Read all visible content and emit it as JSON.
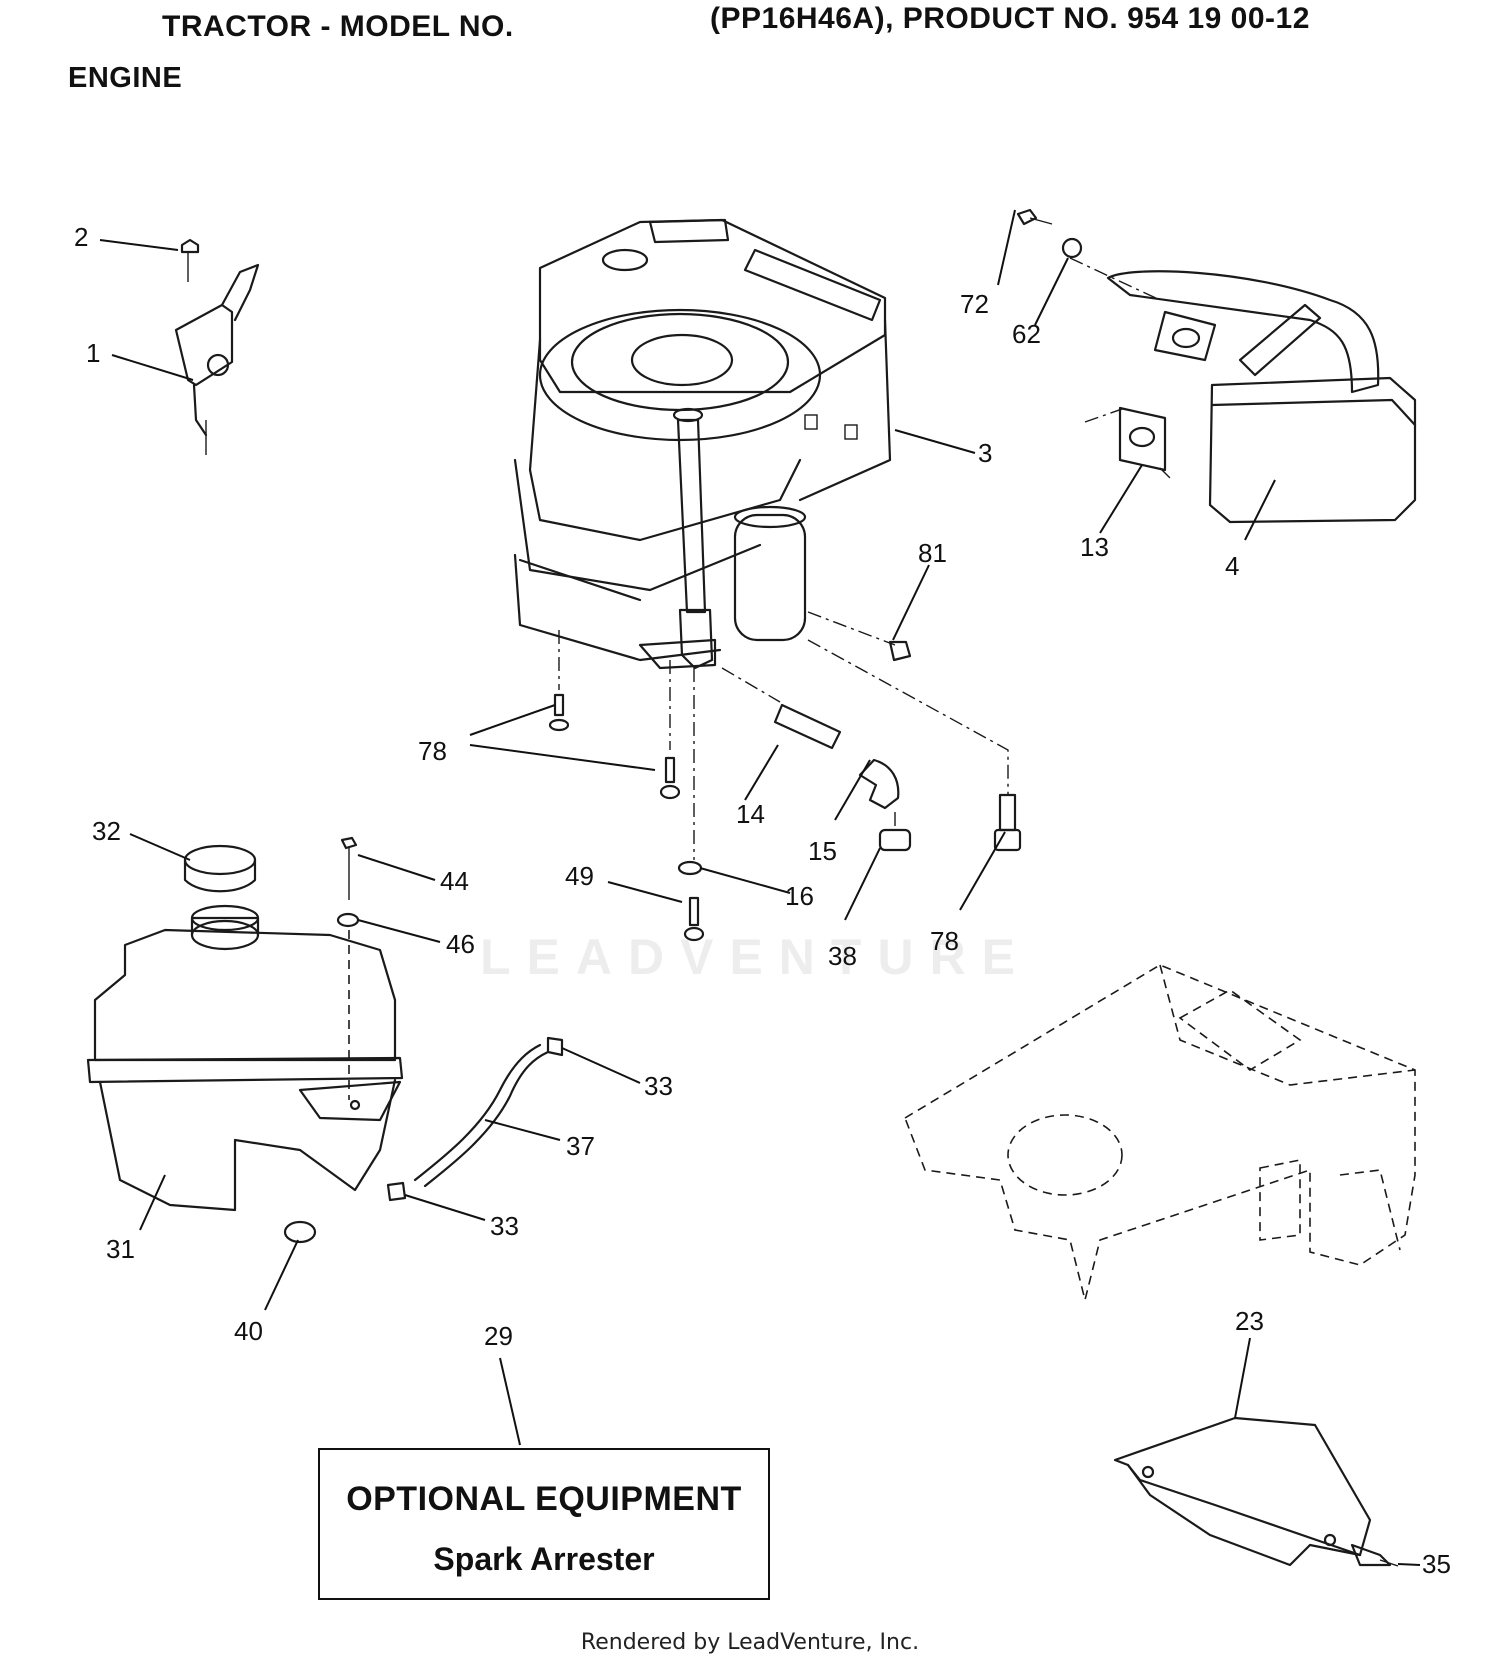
{
  "header": {
    "model_title": "TRACTOR - MODEL NO.",
    "product_info": "(PP16H46A), PRODUCT NO. 954 19 00-12",
    "section": "ENGINE"
  },
  "callouts": {
    "c1": "1",
    "c2": "2",
    "c3": "3",
    "c4": "4",
    "c13": "13",
    "c14": "14",
    "c15": "15",
    "c16": "16",
    "c23": "23",
    "c29": "29",
    "c31": "31",
    "c32": "32",
    "c33a": "33",
    "c33b": "33",
    "c35": "35",
    "c37": "37",
    "c38": "38",
    "c40": "40",
    "c44": "44",
    "c46": "46",
    "c49": "49",
    "c62": "62",
    "c72": "72",
    "c78a": "78",
    "c78b": "78",
    "c81": "81"
  },
  "optional_box": {
    "title": "OPTIONAL EQUIPMENT",
    "subtitle": "Spark Arrester"
  },
  "watermark": "LEADVENTURE",
  "footer": "Rendered by LeadVenture, Inc."
}
